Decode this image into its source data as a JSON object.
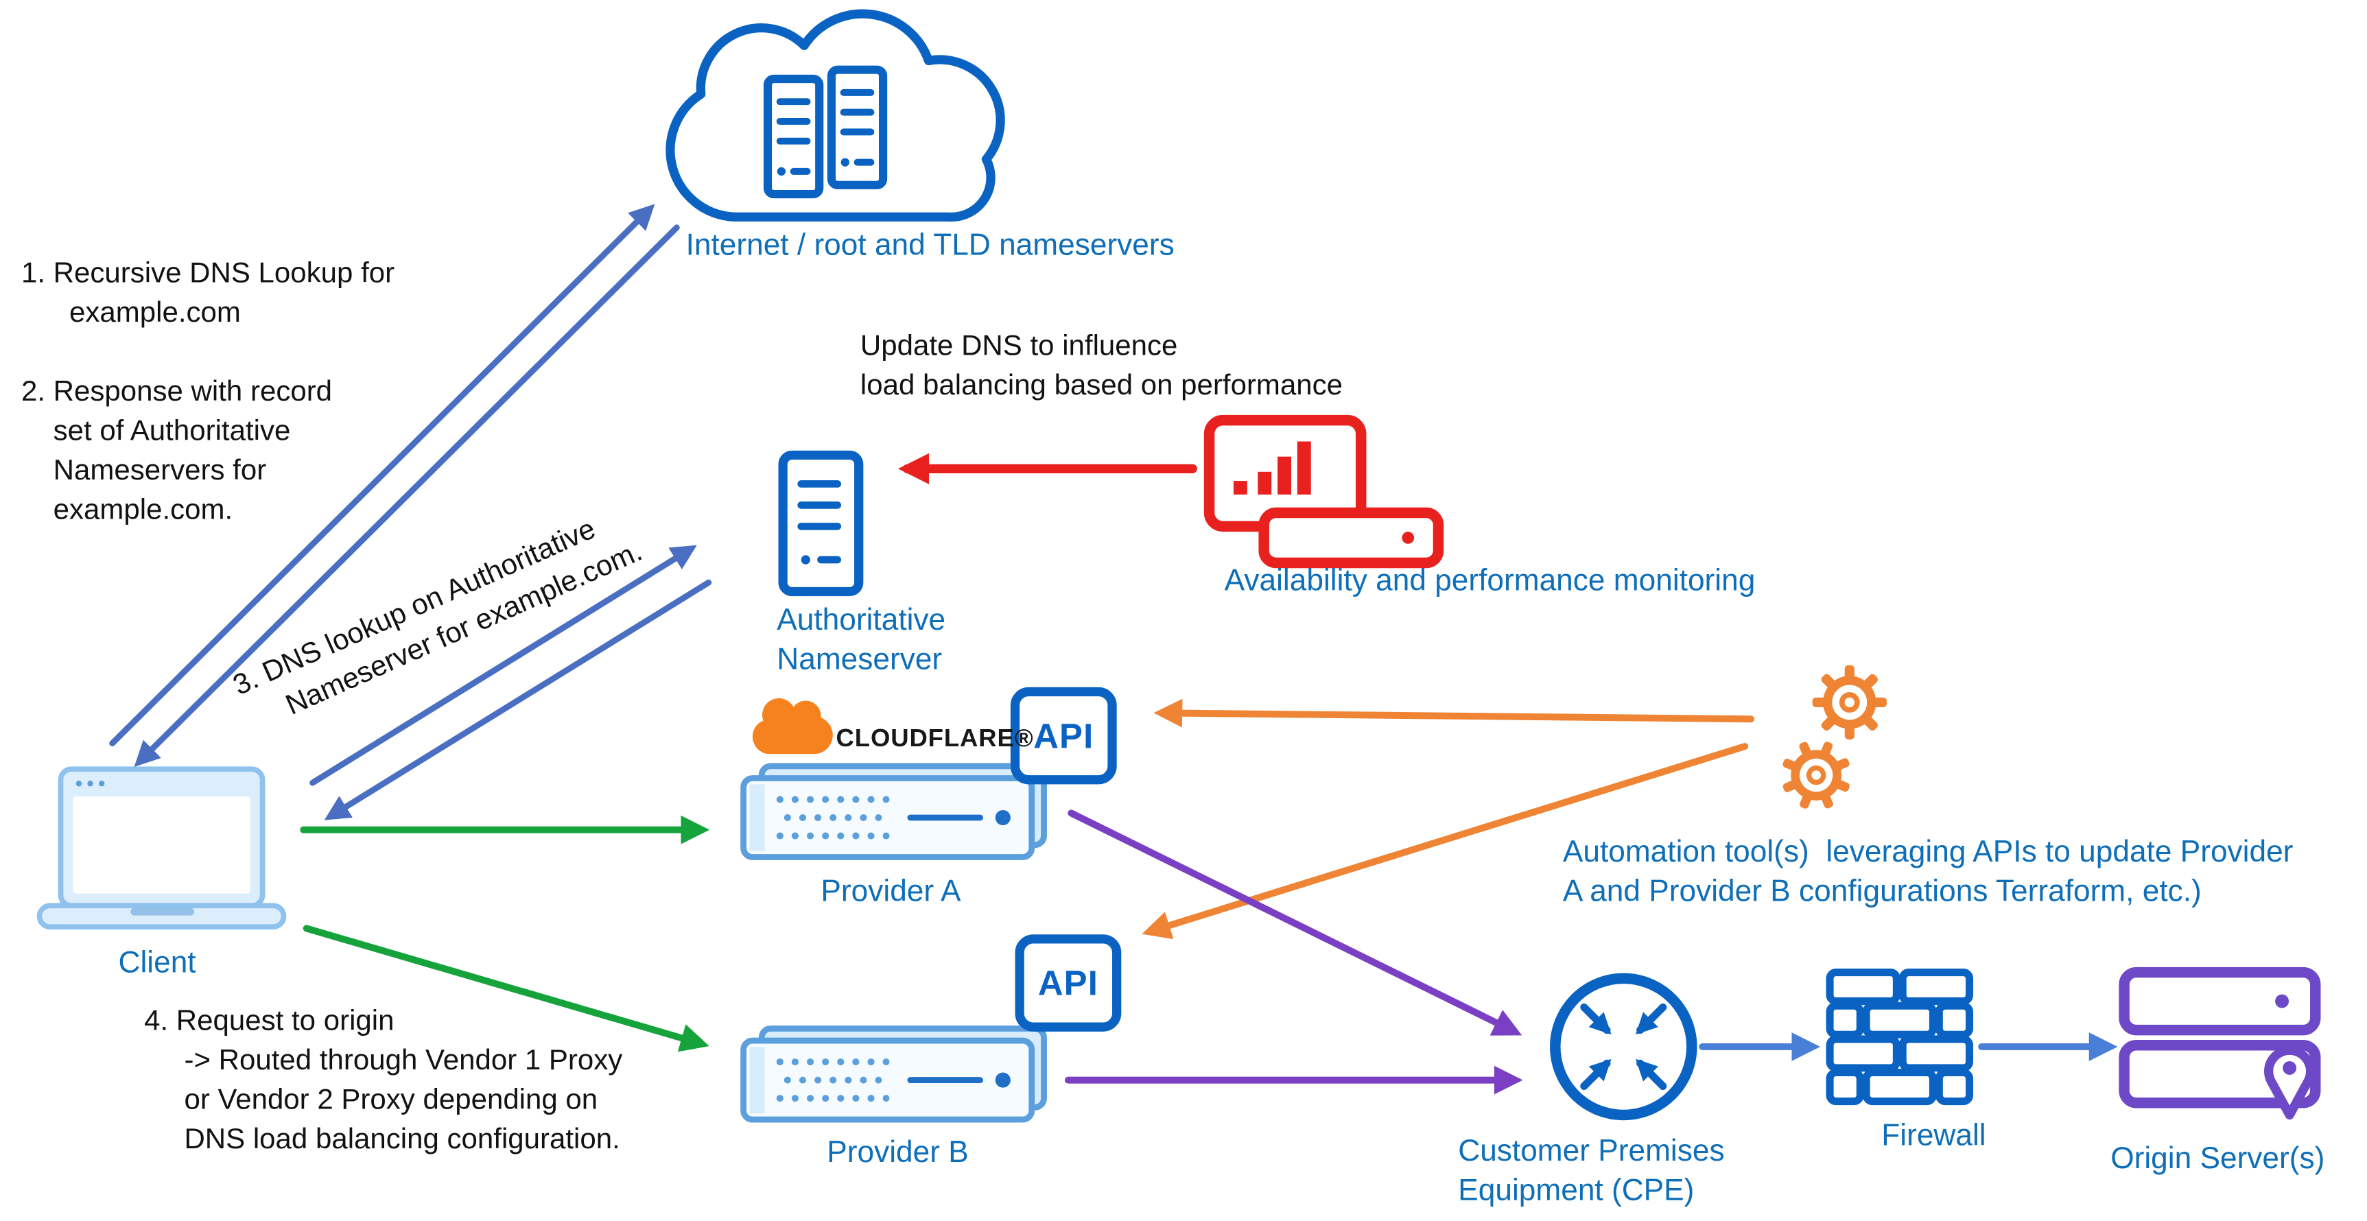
{
  "colors": {
    "icon_blue": "#0a63c2",
    "label_blue": "#0e6eb8",
    "ink": "#121212",
    "arrow_slate": "#4a6fc2",
    "arrow_chain": "#4a7fd8",
    "red": "#e8201e",
    "green": "#16a33c",
    "orange": "#ee8434",
    "purple": "#7b3fc4",
    "origin_purple": "#6d49c8",
    "laptop_stroke": "#8fc3ee",
    "laptop_fill": "#dcedfb",
    "laptop_accent": "#5b9fd8",
    "appliance_stroke": "#5b9fdc",
    "appliance_fill": "#d8ecfb",
    "appliance_front": "#f6fbff",
    "appliance_ink": "#1f6fc9",
    "cf_orange": "#f6821f"
  },
  "nodes": {
    "internet": {
      "label": "Internet / root and TLD nameservers"
    },
    "client": {
      "label": "Client"
    },
    "auth_ns": {
      "label": "Authoritative\nNameserver"
    },
    "monitoring": {
      "label": "Availability and performance monitoring"
    },
    "provider_a": {
      "label": "Provider A",
      "brand": "CLOUDFLARE®",
      "api_badge": "API"
    },
    "provider_b": {
      "label": "Provider B",
      "api_badge": "API"
    },
    "cpe": {
      "label": "Customer Premises\nEquipment (CPE)"
    },
    "firewall": {
      "label": "Firewall"
    },
    "origin": {
      "label": "Origin Server(s)"
    }
  },
  "annotations": {
    "steps_1_2": "1. Recursive DNS Lookup for\n      example.com\n\n2. Response with record\n    set of Authoritative\n    Nameservers for\n    example.com.",
    "step_3": "3. DNS lookup on Authoritative\n     Nameserver for example.com.",
    "update_dns": "Update DNS to influence\nload balancing based on performance",
    "automation": "Automation tool(s)  leveraging APIs to update Provider\nA and Provider B configurations Terraform, etc.)",
    "step_4": "4. Request to origin\n     -> Routed through Vendor 1 Proxy\n     or Vendor 2 Proxy depending on\n     DNS load balancing configuration."
  }
}
